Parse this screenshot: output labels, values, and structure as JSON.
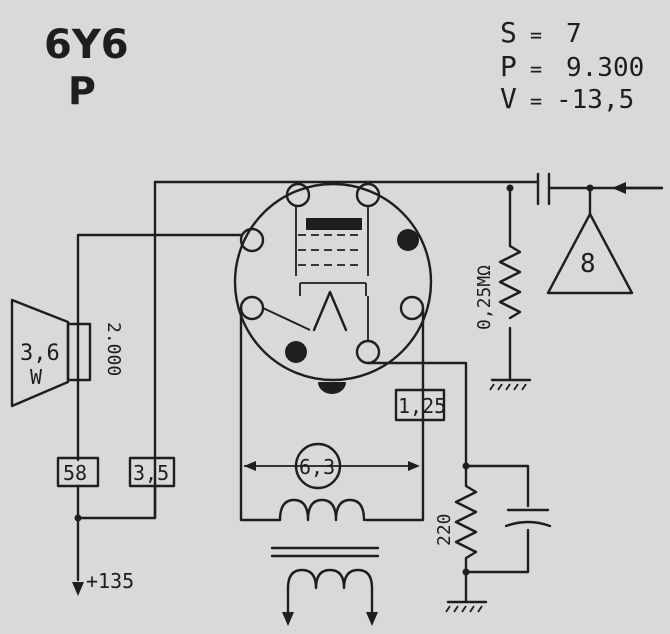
{
  "tube": {
    "type": "6Y6",
    "class": "P"
  },
  "params": [
    {
      "symbol": "S",
      "eq": "=",
      "value": "7"
    },
    {
      "symbol": "P",
      "eq": "=",
      "value": "9.300"
    },
    {
      "symbol": "V",
      "eq": "=",
      "value": "-13,5"
    }
  ],
  "speaker": {
    "size": "3,6",
    "power": "W",
    "impedance": "2.000"
  },
  "labels": {
    "plate_voltage": "58",
    "screen_voltage": "3,5",
    "filament_voltage": "6,3",
    "cathode_voltage": "1,25",
    "grid_resistor": "0,25MΩ",
    "cathode_resistor": "220",
    "previous_stage": "8",
    "supply": "+135"
  }
}
